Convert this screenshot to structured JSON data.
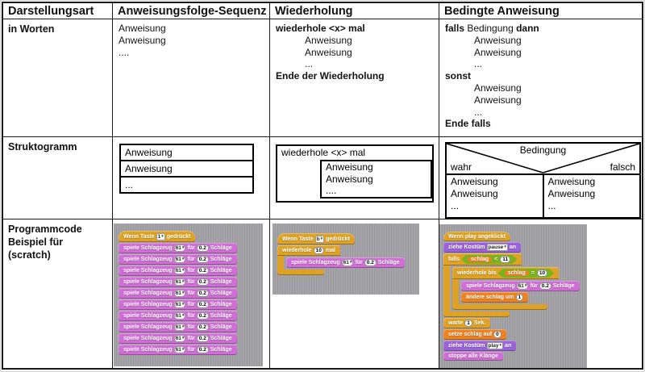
{
  "header": {
    "cols": [
      "Darstellungsart",
      "Anweisungsfolge-Sequenz",
      "Wiederholung",
      "Bedingte Anweisung"
    ]
  },
  "row_labels": {
    "words": "in Worten",
    "structogram": "Struktogramm",
    "code_lines": [
      "Programmcode",
      "Beispiel für",
      "(scratch)"
    ]
  },
  "words": {
    "sequence": [
      {
        "text": "Anweisung"
      },
      {
        "text": "Anweisung"
      },
      {
        "text": "...."
      }
    ],
    "loop": [
      {
        "text": "wiederhole <x> mal",
        "bold": true
      },
      {
        "text": "Anweisung",
        "indent": 1
      },
      {
        "text": "Anweisung",
        "indent": 1
      },
      {
        "text": "...",
        "indent": 1
      },
      {
        "text": "Ende der Wiederholung",
        "bold": true
      }
    ],
    "conditional": [
      {
        "parts": [
          {
            "text": "falls ",
            "bold": true
          },
          {
            "text": "Bedingung "
          },
          {
            "text": "dann",
            "bold": true
          }
        ]
      },
      {
        "text": "Anweisung",
        "indent": 1
      },
      {
        "text": "Anweisung",
        "indent": 1
      },
      {
        "text": "...",
        "indent": 1
      },
      {
        "text": "sonst",
        "bold": true
      },
      {
        "text": "Anweisung",
        "indent": 1
      },
      {
        "text": "Anweisung",
        "indent": 1
      },
      {
        "text": "...",
        "indent": 1
      },
      {
        "text": "Ende falls",
        "bold": true
      }
    ]
  },
  "structograms": {
    "sequence": {
      "rows": [
        "Anweisung",
        "Anweisung",
        "..."
      ]
    },
    "loop": {
      "header": "wiederhole <x> mal",
      "rows": [
        "Anweisung",
        "Anweisung",
        "...."
      ]
    },
    "conditional": {
      "condition": "Bedingung",
      "true_label": "wahr",
      "false_label": "falsch",
      "true_rows": [
        "Anweisung",
        "Anweisung",
        "..."
      ],
      "false_rows": [
        "Anweisung",
        "Anweisung",
        "..."
      ]
    }
  },
  "scratch": {
    "colors": {
      "control": "#dda226",
      "sound": "#cf6ed5",
      "looks": "#9a63d8",
      "variables": "#ee8221",
      "boolean": "#7ab31c"
    },
    "play_block": {
      "label1": "spiele Schlagzeug",
      "drum": "61",
      "label2": "für",
      "beats": "0.2",
      "label3": "Schläge"
    },
    "sequence": {
      "hat": {
        "prefix": "Wenn Taste",
        "key": "1",
        "suffix": "gedrückt"
      },
      "play_count": 10
    },
    "loop": {
      "hat": {
        "prefix": "Wenn Taste",
        "key": "b",
        "suffix": "gedrückt"
      },
      "repeat": {
        "label1": "wiederhole",
        "count": "10",
        "label2": "mal"
      }
    },
    "conditional": {
      "hat_text": "Wenn play angeklickt",
      "costume1": {
        "label1": "ziehe Kostüm",
        "value": "pause",
        "label2": "an"
      },
      "if_block": {
        "label": "falls",
        "var": "schlag",
        "op": "<",
        "num": "11"
      },
      "repeat_until": {
        "label": "wiederhole bis",
        "var": "schlag",
        "op": "=",
        "num": "10"
      },
      "change": {
        "label1": "ändere schlag um",
        "num": "1"
      },
      "wait": {
        "label1": "warte",
        "num": "1",
        "label2": "Sek."
      },
      "set": {
        "label1": "setze schlag auf",
        "num": "0"
      },
      "costume2": {
        "label1": "ziehe Kostüm",
        "value": "play",
        "label2": "an"
      },
      "stop_text": "stoppe alle Klänge"
    }
  }
}
